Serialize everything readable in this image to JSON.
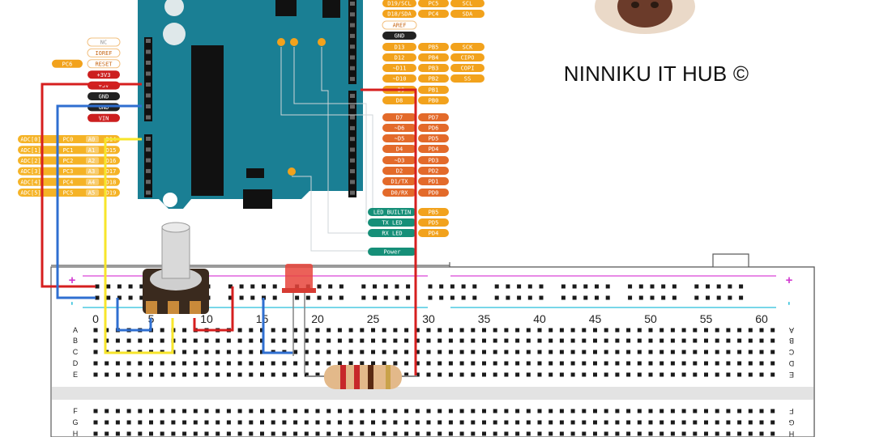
{
  "brand": {
    "text": "NINNIKU IT HUB ©"
  },
  "arduino": {
    "left_pins": [
      {
        "label": "NC",
        "alt": ""
      },
      {
        "label": "IOREF",
        "alt": ""
      },
      {
        "label": "RESET",
        "alt": "PC6"
      },
      {
        "label": "+3V3",
        "alt": ""
      },
      {
        "label": "+5V",
        "alt": ""
      },
      {
        "label": "GND",
        "alt": ""
      },
      {
        "label": "GND",
        "alt": ""
      },
      {
        "label": "VIN",
        "alt": ""
      }
    ],
    "analog_pins": [
      {
        "adc": "ADC[0]",
        "port": "PC0",
        "a": "A0",
        "d": "D14"
      },
      {
        "adc": "ADC[1]",
        "port": "PC1",
        "a": "A1",
        "d": "D15"
      },
      {
        "adc": "ADC[2]",
        "port": "PC2",
        "a": "A2",
        "d": "D16"
      },
      {
        "adc": "ADC[3]",
        "port": "PC3",
        "a": "A3",
        "d": "D17"
      },
      {
        "adc": "ADC[4]",
        "port": "PC4",
        "a": "A4",
        "d": "D18"
      },
      {
        "adc": "ADC[5]",
        "port": "PC5",
        "a": "A5",
        "d": "D19"
      }
    ],
    "right_pins": [
      {
        "label": "D19/SCL",
        "port": "PC5",
        "func": "SCL"
      },
      {
        "label": "D18/SDA",
        "port": "PC4",
        "func": "SDA"
      },
      {
        "label": "AREF",
        "port": "",
        "func": ""
      },
      {
        "label": "GND",
        "port": "",
        "func": ""
      },
      {
        "label": "D13",
        "port": "PB5",
        "func": "SCK"
      },
      {
        "label": "D12",
        "port": "PB4",
        "func": "CIPO"
      },
      {
        "label": "~D11",
        "port": "PB3",
        "func": "COPI"
      },
      {
        "label": "~D10",
        "port": "PB2",
        "func": "SS"
      },
      {
        "label": "~D9",
        "port": "PB1",
        "func": ""
      },
      {
        "label": "D8",
        "port": "PB0",
        "func": ""
      },
      {
        "label": "D7",
        "port": "PD7",
        "func": ""
      },
      {
        "label": "~D6",
        "port": "PD6",
        "func": ""
      },
      {
        "label": "~D5",
        "port": "PD5",
        "func": ""
      },
      {
        "label": "D4",
        "port": "PD4",
        "func": ""
      },
      {
        "label": "~D3",
        "port": "PD3",
        "func": ""
      },
      {
        "label": "D2",
        "port": "PD2",
        "func": ""
      },
      {
        "label": "D1/TX",
        "port": "PD1",
        "func": ""
      },
      {
        "label": "D0/RX",
        "port": "PD0",
        "func": ""
      }
    ],
    "led_pins": [
      {
        "label": "LED_BUILTIN",
        "port": "PB5"
      },
      {
        "label": "TX LED",
        "port": "PD5"
      },
      {
        "label": "RX LED",
        "port": "PD4"
      },
      {
        "label": "Power",
        "port": ""
      }
    ]
  },
  "breadboard": {
    "column_numbers": [
      "0",
      "5",
      "10",
      "15",
      "20",
      "25",
      "30",
      "35",
      "40",
      "45",
      "50",
      "55",
      "60"
    ],
    "rows_top": [
      "A",
      "B",
      "C",
      "D",
      "E"
    ],
    "rows_bottom": [
      "F",
      "G",
      "H"
    ],
    "plus": "+",
    "minus": "-"
  },
  "colors": {
    "board": "#1a7f94",
    "pin_orange": "#f2a21c",
    "pin_red": "#cc1f1f",
    "pin_dark": "#222222",
    "analog_yellow": "#f5b326",
    "led_green": "#168f78",
    "wire_red": "#d61f1f",
    "wire_blue": "#2f6fd1",
    "wire_yellow": "#f7e52a"
  }
}
